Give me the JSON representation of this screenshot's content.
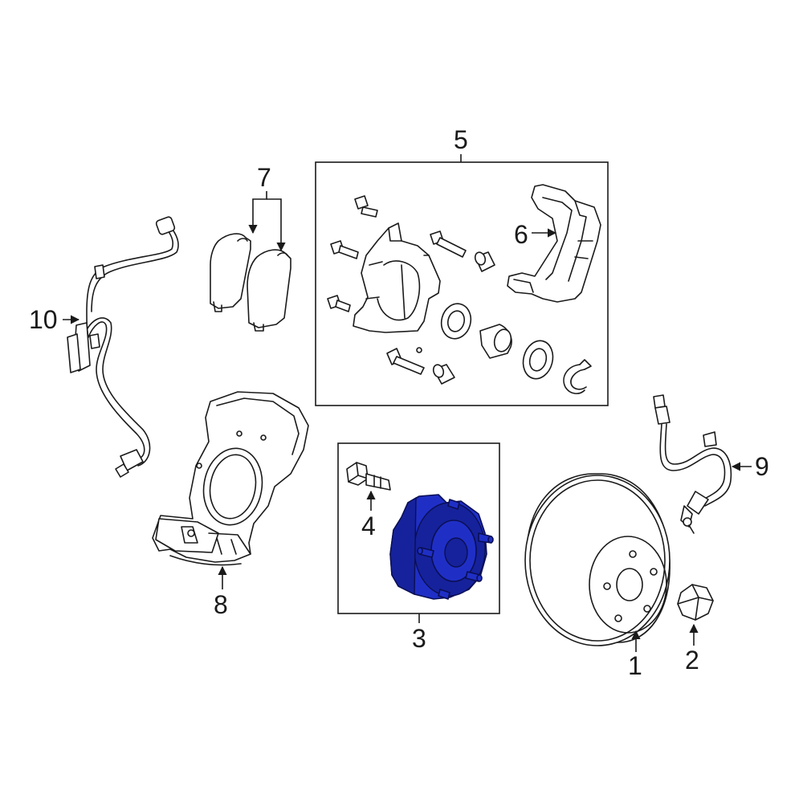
{
  "callouts": {
    "rotor": "1",
    "nut": "2",
    "hub_assembly": "3",
    "hub_bolt": "4",
    "caliper_assembly": "5",
    "caliper_bracket": "6",
    "brake_pads": "7",
    "splash_shield": "8",
    "brake_hose": "9",
    "abs_sensor": "10"
  },
  "colors": {
    "highlight": "#1f2fc6",
    "line": "#1a1a1a",
    "background": "#ffffff"
  }
}
